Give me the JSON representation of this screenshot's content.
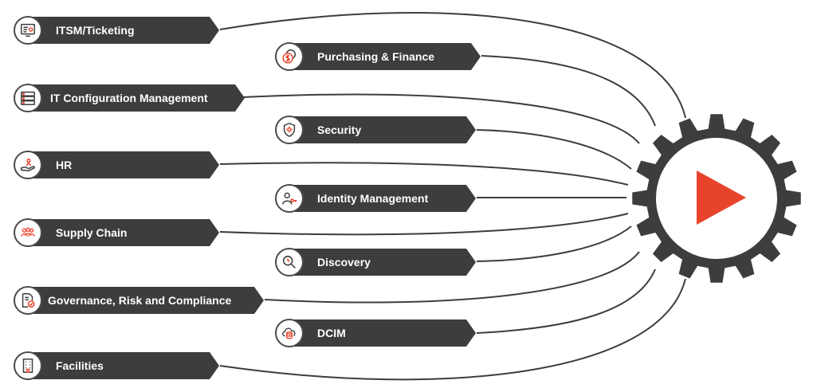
{
  "items": [
    {
      "label": "ITSM/Ticketing",
      "icon": "ticketing-monitor-icon"
    },
    {
      "label": "Purchasing & Finance",
      "icon": "dollar-coin-icon"
    },
    {
      "label": "IT Configuration Management",
      "icon": "server-rack-icon"
    },
    {
      "label": "Security",
      "icon": "shield-gear-icon"
    },
    {
      "label": "HR",
      "icon": "hand-person-icon"
    },
    {
      "label": "Identity Management",
      "icon": "user-key-icon"
    },
    {
      "label": "Supply Chain",
      "icon": "people-group-icon"
    },
    {
      "label": "Discovery",
      "icon": "magnifier-clock-icon"
    },
    {
      "label": "Governance, Risk and Compliance",
      "icon": "document-check-icon"
    },
    {
      "label": "DCIM",
      "icon": "cloud-database-icon"
    },
    {
      "label": "Facilities",
      "icon": "building-icon"
    }
  ],
  "hub": {
    "icon": "gear-play-icon"
  },
  "colors": {
    "bar": "#3d3d3d",
    "accent": "#e8442c",
    "gear": "#3d3d3d",
    "connector": "#3d3d3d"
  }
}
